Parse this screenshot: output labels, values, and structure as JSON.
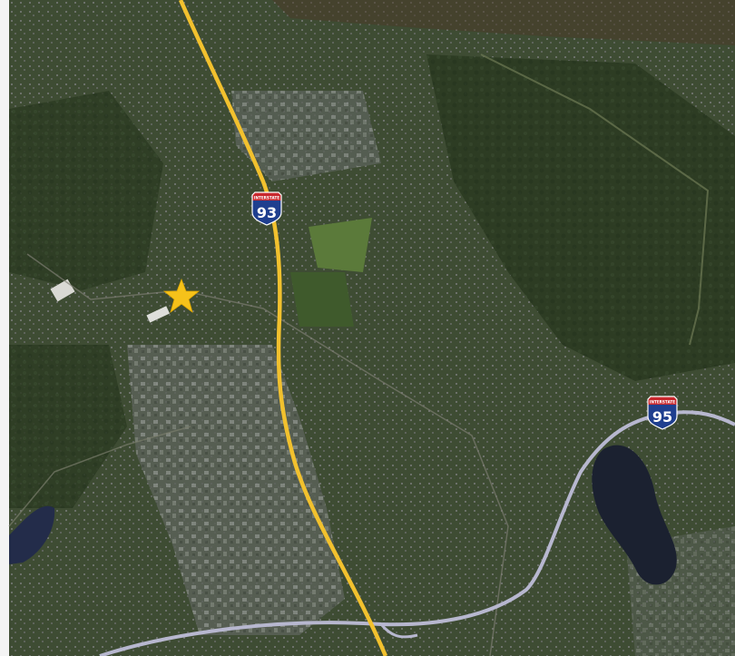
{
  "map": {
    "type": "satellite",
    "highways": [
      {
        "id": "i93",
        "shield_top": "INTERSTATE",
        "number": "93",
        "color": "#f2c12e"
      },
      {
        "id": "i95",
        "shield_top": "INTERSTATE",
        "number": "95",
        "color": "#b7b7cf"
      }
    ],
    "marker": {
      "icon": "star-icon",
      "color": "#f6c21a"
    },
    "colors": {
      "forest": "#2d3d23",
      "urban": "#5f6660",
      "water": "#1b2130",
      "shield_blue": "#1f3f8f",
      "shield_red": "#c8282e"
    }
  }
}
